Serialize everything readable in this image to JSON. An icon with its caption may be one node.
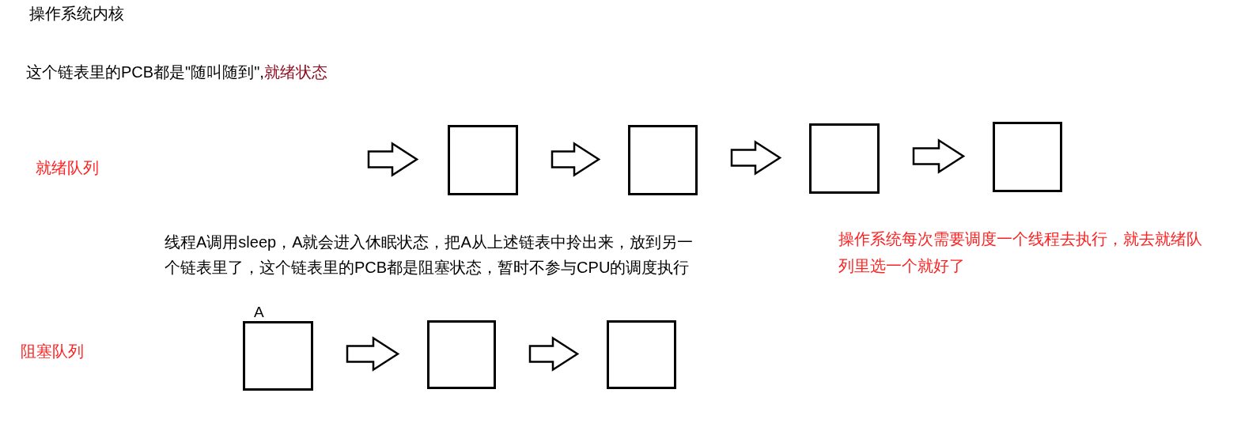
{
  "diagram": {
    "title": "操作系统内核",
    "nodes": [
      {
        "text": [],
        "shape": "box"
      },
      {
        "text": [],
        "shape": "box"
      },
      {
        "text": [],
        "shape": "box"
      },
      {
        "text": [],
        "shape": "box"
      },
      {
        "text": [
          "A"
        ]
      },
      {
        "text": [],
        "shape": "box"
      },
      {
        "text": [],
        "shape": "box"
      }
    ],
    "edges": [
      {
        "from": null,
        "to": 0,
        "arrow": "to"
      },
      {
        "from": 0,
        "to": 1,
        "arrow": "to"
      },
      {
        "from": 1,
        "to": 2,
        "arrow": "to"
      },
      {
        "from": 2,
        "to": 3,
        "arrow": "to"
      },
      {
        "from": 4,
        "to": 5,
        "arrow": "to"
      },
      {
        "from": 5,
        "to": 6,
        "arrow": "to"
      }
    ],
    "labels": [
      "这个链表里的PCB都是\"随叫随到\",",
      "就绪状态",
      "就绪队列",
      "线程A调用sleep，A就会进入休眠状态，把A从上述链表中拎出来，放到另一个链表里了，这个链表里的PCB都是阻塞状态，暂时不参与CPU的调度执行",
      "操作系统每次需要调度一个线程去执行，就去就绪队列里选一个就好了",
      "阻塞队列"
    ]
  }
}
